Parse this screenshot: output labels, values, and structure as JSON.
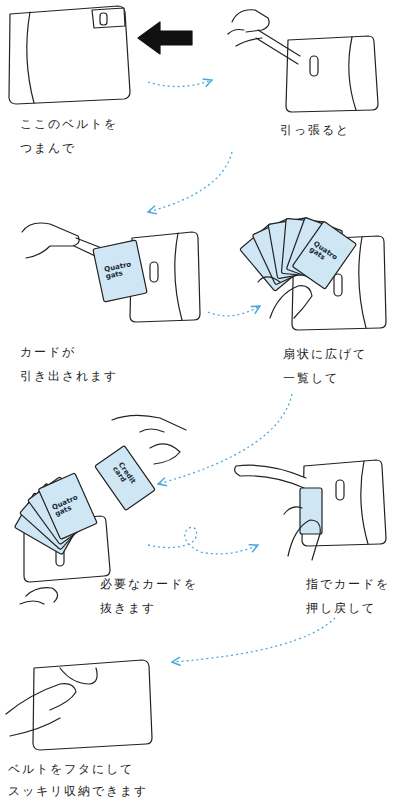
{
  "diagram": {
    "labels": [
      "ここのベルトを つまんで",
      "引っ張ると",
      "Quatro gats",
      "カードが 引き出されます",
      "Quatro gats",
      "扇状に広げて 一覧して",
      "Credit card",
      "Quatro gats",
      "必要なカードを 抜きます",
      "指でカードを 押し戻して",
      "ベルトをフタにして スッキリ収納できます"
    ]
  }
}
